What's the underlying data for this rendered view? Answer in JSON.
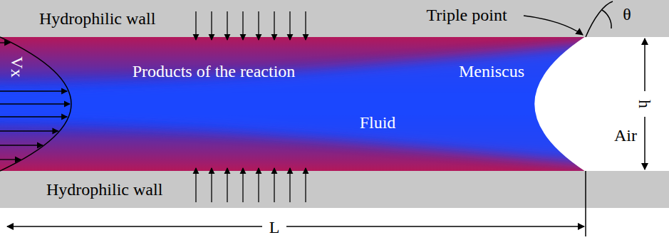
{
  "diagram": {
    "nodes": [
      {
        "text": [
          "Hydrophilic wall"
        ]
      },
      {
        "text": [
          "Hydrophilic wall"
        ]
      }
    ],
    "labels": [
      "Triple point",
      "θ",
      "h",
      "Products of the reaction",
      "Meniscus",
      "Fluid",
      "Air",
      "Vx",
      "L"
    ]
  }
}
